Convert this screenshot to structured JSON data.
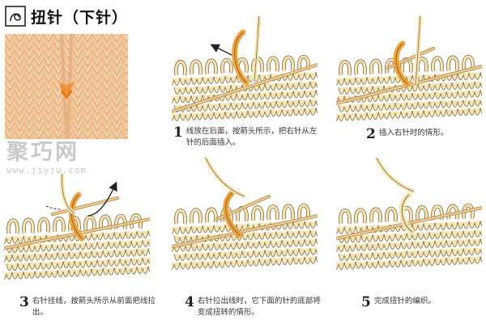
{
  "title": {
    "icon": "yarn-loop-icon",
    "text": "扭针（下针）"
  },
  "watermark": {
    "brand": "聚巧网",
    "url": "www.jiyju.com"
  },
  "colors": {
    "yarn": "#f7e6b5",
    "yarn_outline": "#7a6a3e",
    "accent": "#f2a23c",
    "needle": "#e8c890",
    "arrow": "#222222",
    "photo_knit": "#f5c89a"
  },
  "steps": [
    {
      "number": "1",
      "text": "线放在后面，按箭头所示，把右针从左针的后面插入。"
    },
    {
      "number": "2",
      "text": "插入右针时的情形。"
    },
    {
      "number": "3",
      "text": "右针挂线，按箭头所示从前面把线拉出。"
    },
    {
      "number": "4",
      "text": "右针拉出线时，它下面的针的底部将变成扭转的情形。"
    },
    {
      "number": "5",
      "text": "完成扭针的编织。"
    }
  ]
}
